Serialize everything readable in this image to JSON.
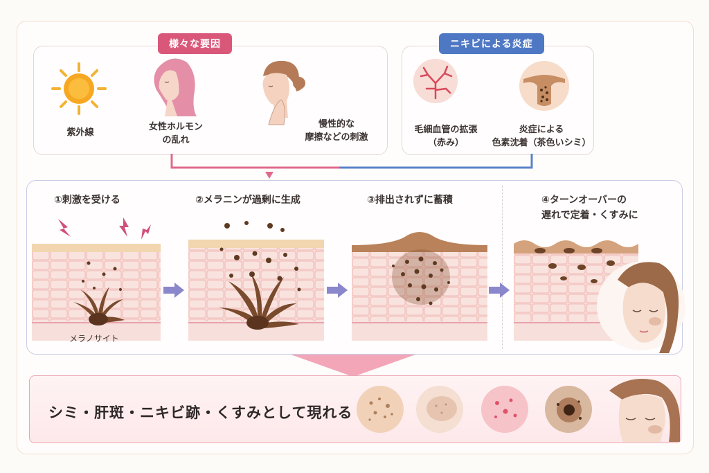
{
  "causes": {
    "tag": "様々な要因",
    "items": [
      {
        "label": "紫外線",
        "icon": "sun-icon"
      },
      {
        "label": "女性ホルモン\nの乱れ",
        "icon": "woman-profile-icon"
      },
      {
        "label": "慢性的な\n摩擦などの刺激",
        "icon": "face-touch-icon"
      }
    ]
  },
  "acne": {
    "tag": "ニキビによる炎症",
    "items": [
      {
        "label": "毛細血管の拡張\n（赤み）",
        "icon": "capillary-icon"
      },
      {
        "label": "炎症による\n色素沈着（茶色いシミ）",
        "icon": "pore-pigment-icon"
      }
    ]
  },
  "steps": [
    {
      "title": "①刺激を受ける",
      "sublabel": "メラノサイト"
    },
    {
      "title": "②メラニンが過剰に生成"
    },
    {
      "title": "③排出されずに蓄積"
    },
    {
      "title": "④ターンオーバーの\n遅れで定着・くすみに"
    }
  ],
  "result": {
    "text": "シミ・肝斑・ニキビ跡・くすみとして現れる",
    "samples": [
      "spots-sample",
      "melasma-sample",
      "acne-mark-sample",
      "dark-spot-sample"
    ]
  },
  "colors": {
    "pink": "#d9587a",
    "blue": "#4f78c4",
    "skin": "#f6d9cf",
    "melanin": "#6b4326"
  }
}
